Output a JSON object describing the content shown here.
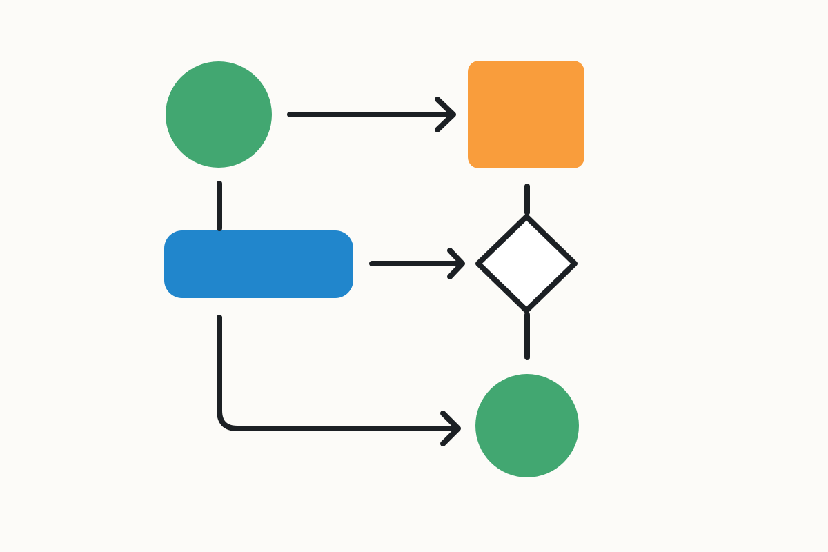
{
  "colors": {
    "background": "#fcfbf8",
    "start_circle": "#42a771",
    "process_box": "#f99d3c",
    "process_bar": "#2186cc",
    "end_circle": "#42a771",
    "stroke": "#1c2024",
    "decision_fill": "#ffffff"
  },
  "nodes": [
    {
      "id": "start",
      "shape": "circle"
    },
    {
      "id": "task",
      "shape": "rounded-square"
    },
    {
      "id": "process",
      "shape": "rounded-bar"
    },
    {
      "id": "decision",
      "shape": "diamond"
    },
    {
      "id": "end",
      "shape": "circle"
    }
  ],
  "edges": [
    {
      "from": "start",
      "to": "task",
      "arrow": true
    },
    {
      "from": "start",
      "to": "process",
      "arrow": false
    },
    {
      "from": "process",
      "to": "decision",
      "arrow": true
    },
    {
      "from": "task",
      "to": "decision",
      "arrow": false
    },
    {
      "from": "decision",
      "to": "end",
      "arrow": false
    },
    {
      "from": "process",
      "to": "end",
      "arrow": true
    }
  ]
}
